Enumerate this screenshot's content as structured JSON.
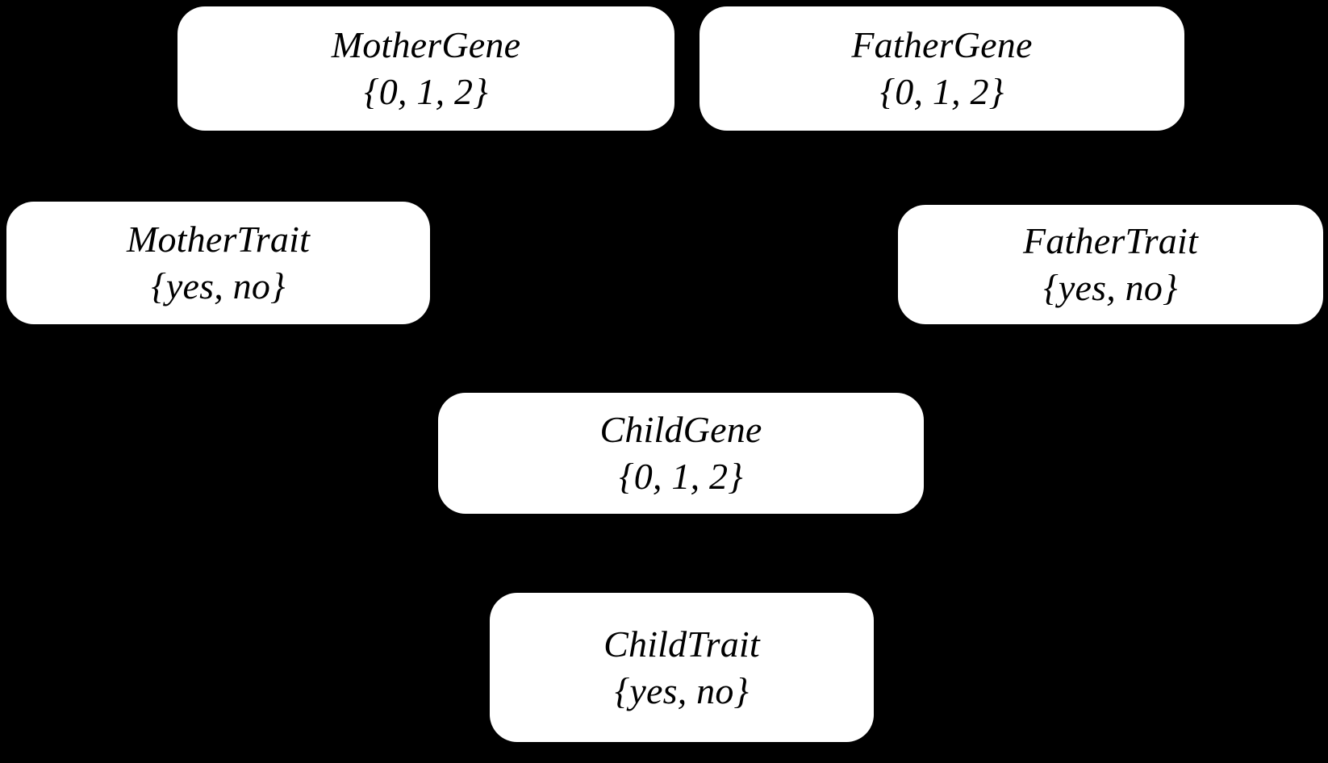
{
  "diagram": {
    "type": "bayesian-network",
    "background_color": "#000000",
    "node_fill_color": "#ffffff",
    "node_text_color": "#000000",
    "edge_color": "#000000",
    "edges_visible": false,
    "nodes": [
      {
        "id": "mother-gene",
        "name": "MotherGene",
        "domain": "{0, 1, 2}"
      },
      {
        "id": "father-gene",
        "name": "FatherGene",
        "domain": "{0, 1, 2}"
      },
      {
        "id": "mother-trait",
        "name": "MotherTrait",
        "domain": "{yes, no}"
      },
      {
        "id": "father-trait",
        "name": "FatherTrait",
        "domain": "{yes, no}"
      },
      {
        "id": "child-gene",
        "name": "ChildGene",
        "domain": "{0, 1, 2}"
      },
      {
        "id": "child-trait",
        "name": "ChildTrait",
        "domain": "{yes, no}"
      }
    ],
    "edges": [
      {
        "from": "mother-gene",
        "to": "mother-trait"
      },
      {
        "from": "mother-gene",
        "to": "child-gene"
      },
      {
        "from": "father-gene",
        "to": "father-trait"
      },
      {
        "from": "father-gene",
        "to": "child-gene"
      },
      {
        "from": "child-gene",
        "to": "child-trait"
      }
    ]
  }
}
